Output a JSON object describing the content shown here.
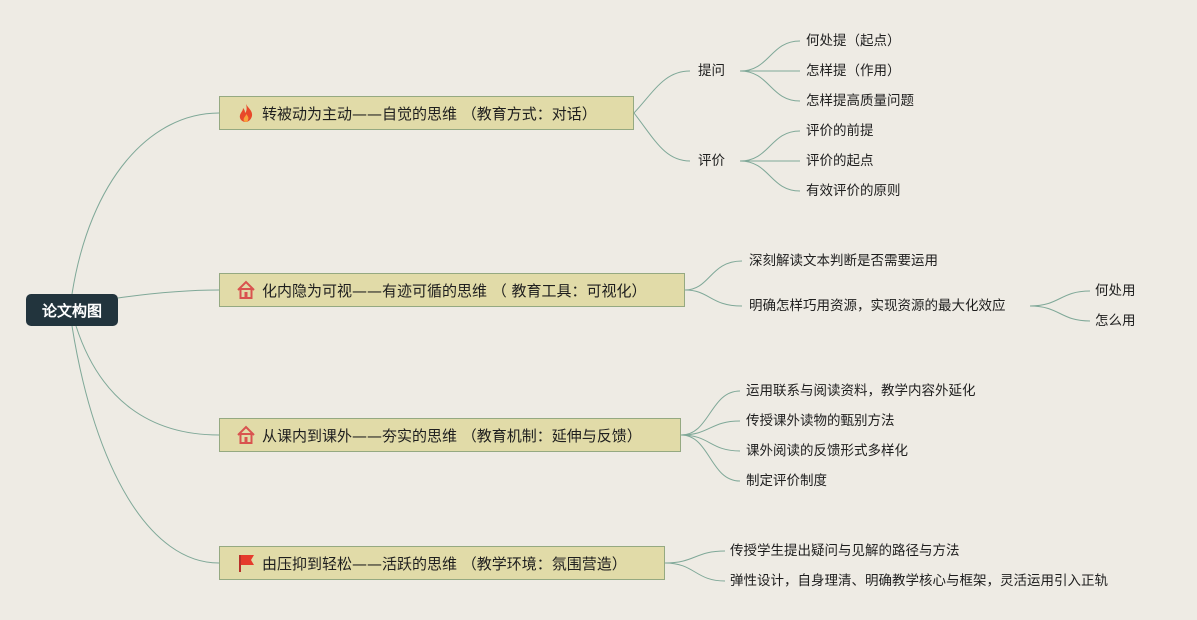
{
  "root": {
    "label": "论文构图"
  },
  "branches": [
    {
      "label": "转被动为主动——自觉的思维 （教育方式：对话）",
      "icon": "fire-icon",
      "children": [
        {
          "label": "提问",
          "children": [
            "何处提（起点）",
            "怎样提（作用）",
            "怎样提高质量问题"
          ]
        },
        {
          "label": "评价",
          "children": [
            "评价的前提",
            "评价的起点",
            "有效评价的原则"
          ]
        }
      ]
    },
    {
      "label": "化内隐为可视——有迹可循的思维 （ 教育工具：可视化）",
      "icon": "home-icon",
      "children": [
        {
          "label": "深刻解读文本判断是否需要运用",
          "children": []
        },
        {
          "label": "明确怎样巧用资源，实现资源的最大化效应",
          "children": [
            "何处用",
            "怎么用"
          ]
        }
      ]
    },
    {
      "label": "从课内到课外——夯实的思维 （教育机制：延伸与反馈）",
      "icon": "home-icon",
      "children": [
        {
          "label": "运用联系与阅读资料，教学内容外延化",
          "children": []
        },
        {
          "label": "传授课外读物的甄别方法",
          "children": []
        },
        {
          "label": "课外阅读的反馈形式多样化",
          "children": []
        },
        {
          "label": "制定评价制度",
          "children": []
        }
      ]
    },
    {
      "label": "由压抑到轻松——活跃的思维 （教学环境：氛围营造）",
      "icon": "flag-icon",
      "children": [
        {
          "label": "传授学生提出疑问与见解的路径与方法",
          "children": []
        },
        {
          "label": "弹性设计，自身理清、明确教学核心与框架，灵活运用引入正轨",
          "children": []
        }
      ]
    }
  ],
  "colors": {
    "background": "#eeebe4",
    "root_fill": "#22343d",
    "branch_fill": "#e1dba8",
    "branch_border": "#95a981",
    "connector": "#7fa898",
    "fire": "#e8492a",
    "flag": "#e53b2c",
    "home": "#d9534f"
  }
}
